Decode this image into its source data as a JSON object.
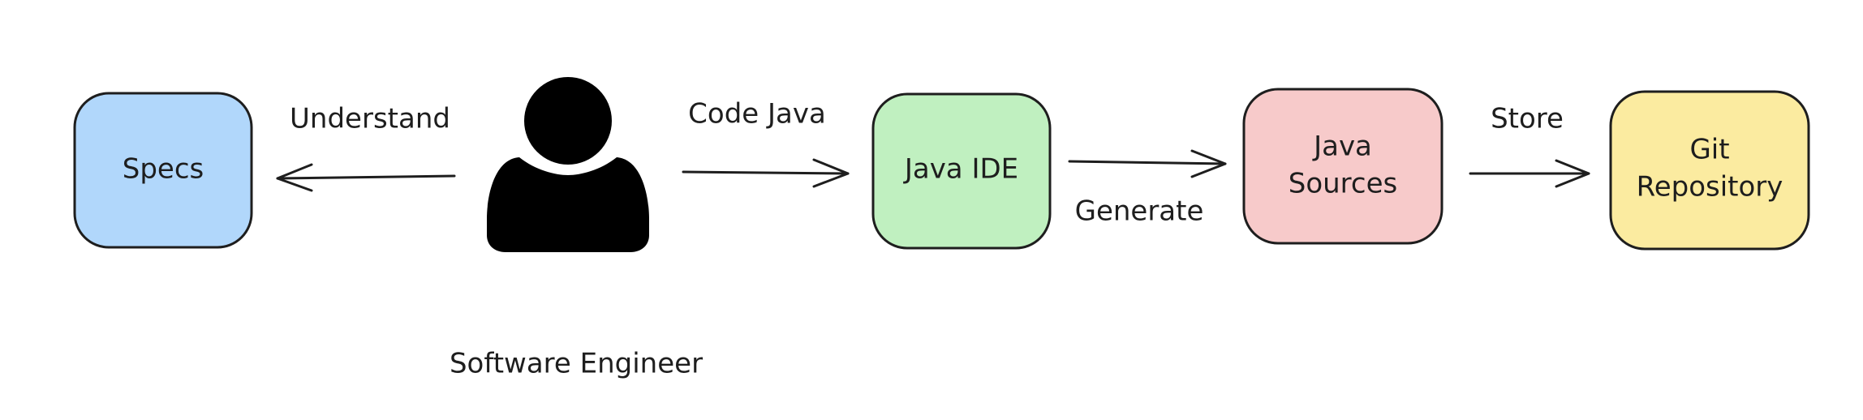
{
  "nodes": {
    "specs": {
      "label": "Specs",
      "fill": "#b1d7fb"
    },
    "ide": {
      "label": "Java IDE",
      "fill": "#c0f0c0"
    },
    "sources": {
      "label_line1": "Java",
      "label_line2": "Sources",
      "fill": "#f7caca"
    },
    "git": {
      "label_line1": "Git",
      "label_line2": "Repository",
      "fill": "#fbeba0"
    }
  },
  "actor": {
    "icon": "user-silhouette-icon",
    "caption": "Software Engineer"
  },
  "edges": {
    "understand": "Understand",
    "code_java": "Code Java",
    "generate": "Generate",
    "store": "Store"
  },
  "colors": {
    "stroke": "#1e1e1e",
    "text": "#1e1e1e"
  }
}
